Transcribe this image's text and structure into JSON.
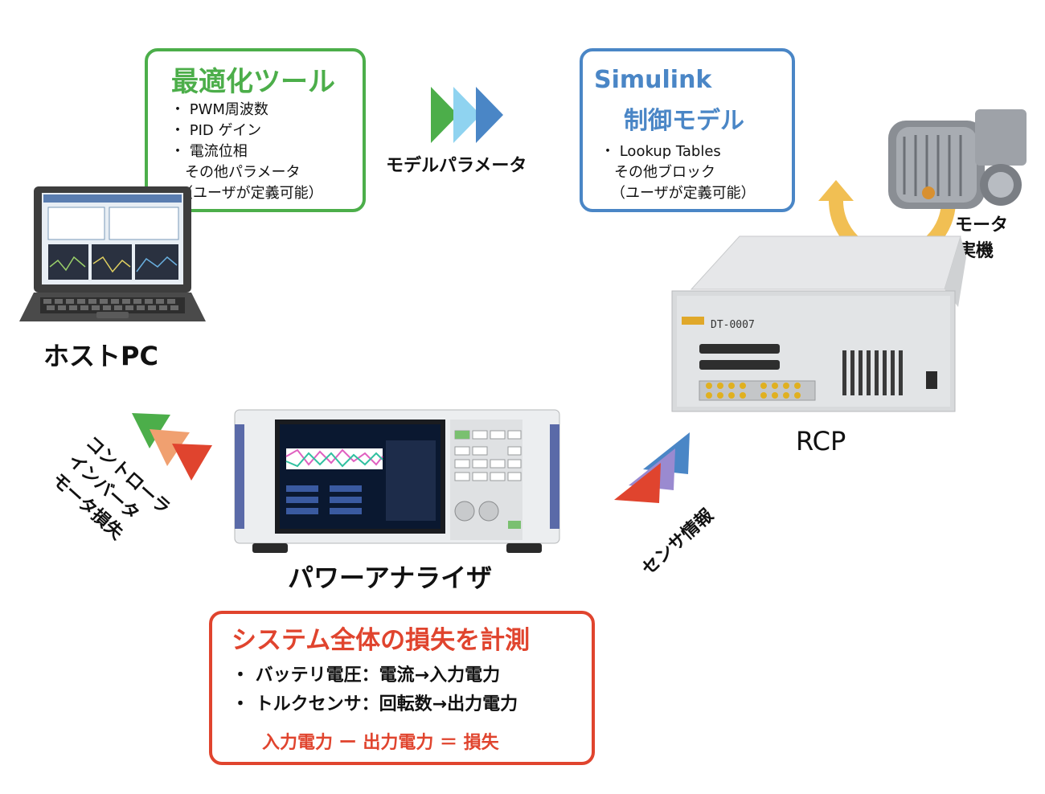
{
  "optimization_tool": {
    "title": "最適化ツール",
    "items": [
      "・ PWM周波数",
      "・ PID ゲイン",
      "・ 電流位相",
      "その他パラメータ",
      "（ユーザが定義可能）"
    ]
  },
  "parameter_arrow_label": "モデルパラメータ",
  "simulink_model": {
    "title_line1": "Simulink",
    "title_line2": "制御モデル",
    "items": [
      "・ Lookup Tables",
      "その他ブロック",
      "（ユーザが定義可能）"
    ]
  },
  "motor_label": [
    "モータ",
    "実機"
  ],
  "host_pc_label": "ホストPC",
  "rcp_label": "RCP",
  "rcp_panel_text": "DT-0007",
  "power_analyzer_label": "パワーアナライザ",
  "sensor_info_label": "センサ情報",
  "loss_labels": [
    "コントローラ",
    "インバータ",
    "モータ損失"
  ],
  "measurement": {
    "title": "システム全体の損失を計測",
    "items": [
      "・ バッテリ電圧：電流→入力電力",
      "・ トルクセンサ：回転数→出力電力"
    ],
    "formula": "入力電力 ー 出力電力 ＝ 損失"
  },
  "colors": {
    "green": "#4cae4a",
    "blue": "#4a86c6",
    "red": "#e0442e",
    "light_blue": "#8fd3f0",
    "orange": "#f0a070",
    "purple": "#9a8ad0",
    "gold": "#f0b840"
  }
}
